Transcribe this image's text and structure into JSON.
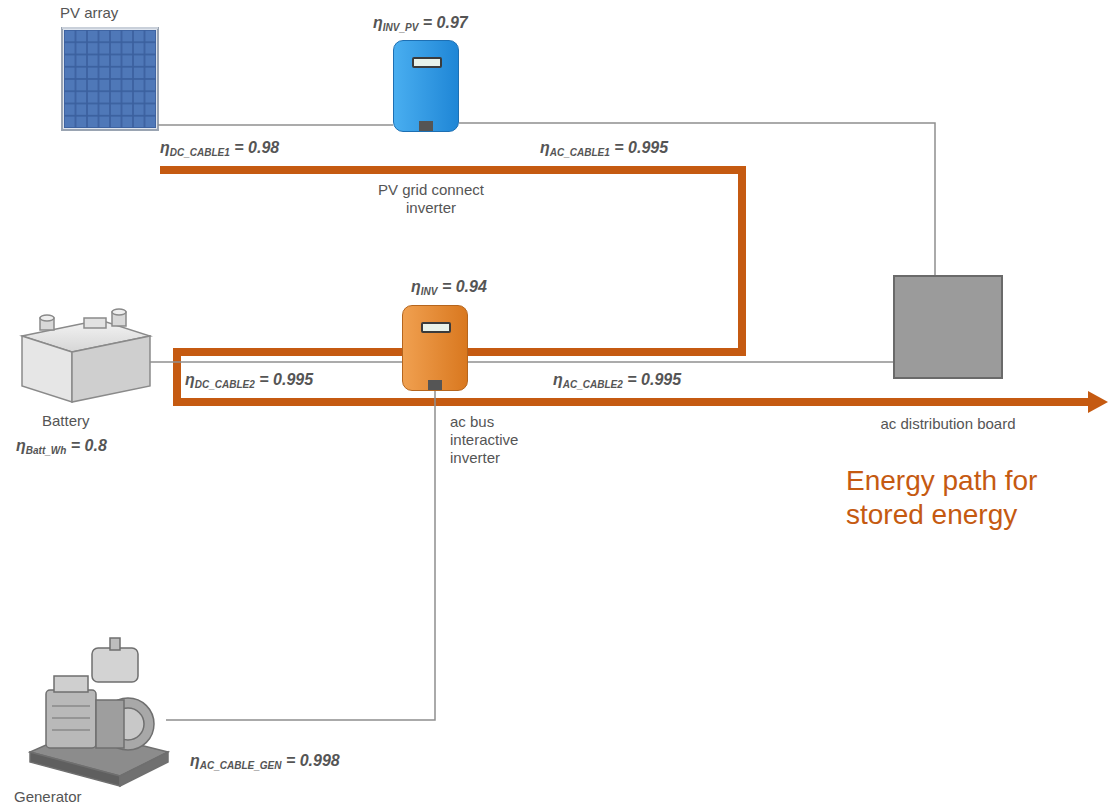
{
  "diagram": {
    "nodes": [
      {
        "text": [
          "PV array"
        ]
      },
      {
        "text": [
          "ηINV_PV = 0.97",
          "PV grid connect inverter"
        ]
      },
      {
        "text": [
          "Battery",
          "ηBatt_Wh = 0.8"
        ]
      },
      {
        "text": [
          "ηINV = 0.94",
          "ac bus interactive inverter"
        ]
      },
      {
        "text": [
          "ac distribution board"
        ]
      },
      {
        "text": [
          "Generator"
        ]
      }
    ],
    "edges": [
      {
        "from": 0,
        "to": 1,
        "arrow": "none",
        "label": "ηDC_CABLE1 = 0.98"
      },
      {
        "from": 1,
        "to": 4,
        "arrow": "none",
        "label": "ηAC_CABLE1 = 0.995"
      },
      {
        "from": 2,
        "to": 3,
        "arrow": "none",
        "label": "ηDC_CABLE2 = 0.995"
      },
      {
        "from": 3,
        "to": 4,
        "arrow": "none",
        "label": "ηAC_CABLE2 = 0.995"
      },
      {
        "from": 5,
        "to": 3,
        "arrow": "none",
        "label": "ηAC_CABLE_GEN = 0.998"
      }
    ],
    "labels": [
      "Energy path for stored energy"
    ]
  }
}
